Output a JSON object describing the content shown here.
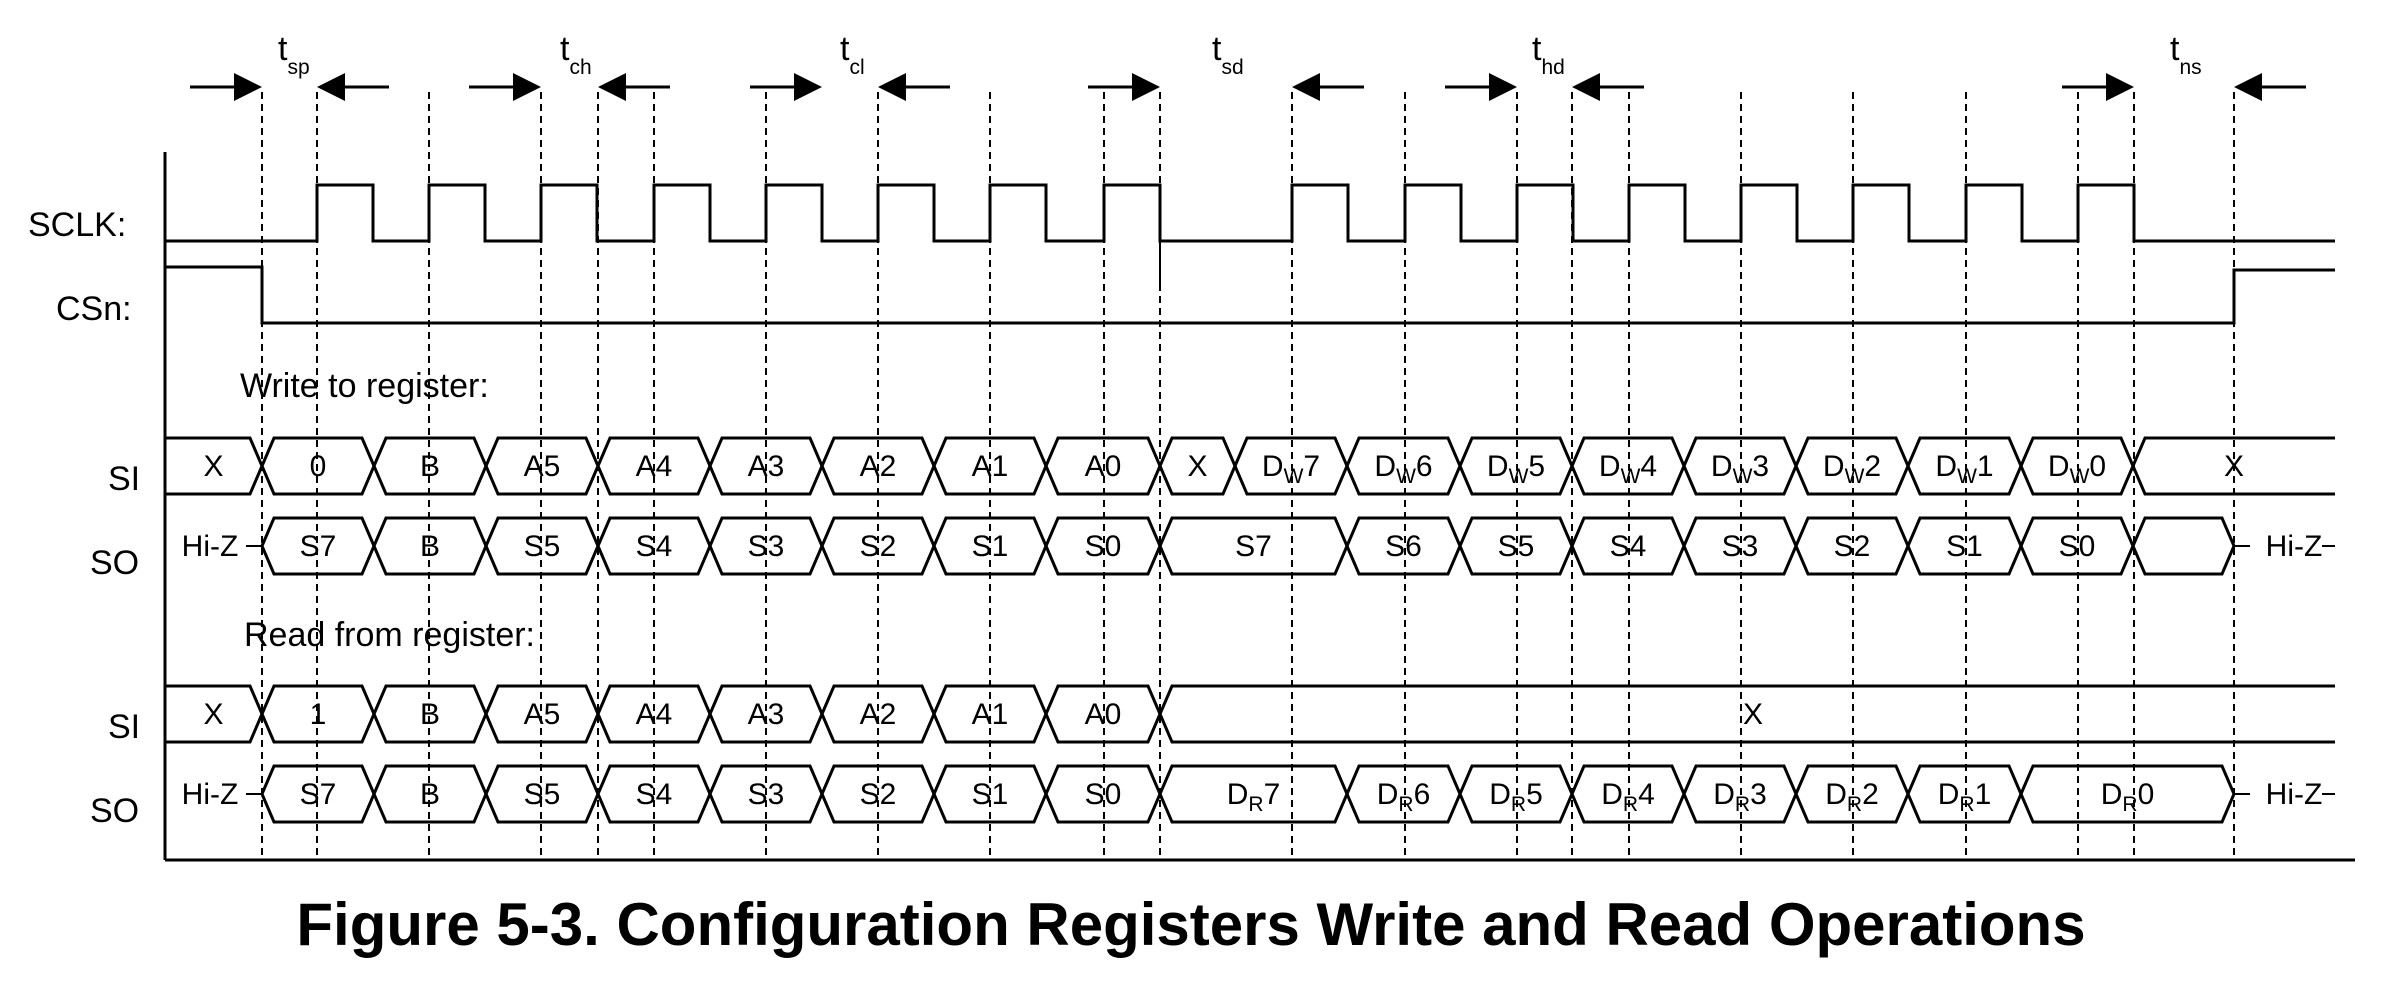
{
  "title": "Figure 5-3. Configuration Registers Write and Read Operations",
  "signals": {
    "sclk": "SCLK:",
    "csn": "CSn:",
    "si": "SI",
    "so": "SO"
  },
  "sections": {
    "write": "Write to register:",
    "read": "Read from register:"
  },
  "timing": [
    {
      "name": "t",
      "sub": "sp"
    },
    {
      "name": "t",
      "sub": "ch"
    },
    {
      "name": "t",
      "sub": "cl"
    },
    {
      "name": "t",
      "sub": "sd"
    },
    {
      "name": "t",
      "sub": "hd"
    },
    {
      "name": "t",
      "sub": "ns"
    }
  ],
  "hiz": "Hi-Z",
  "write_si": [
    "X",
    "0",
    "B",
    "A5",
    "A4",
    "A3",
    "A2",
    "A1",
    "A0",
    "X",
    {
      "m": "D",
      "s": "W",
      "t": "7"
    },
    {
      "m": "D",
      "s": "W",
      "t": "6"
    },
    {
      "m": "D",
      "s": "W",
      "t": "5"
    },
    {
      "m": "D",
      "s": "W",
      "t": "4"
    },
    {
      "m": "D",
      "s": "W",
      "t": "3"
    },
    {
      "m": "D",
      "s": "W",
      "t": "2"
    },
    {
      "m": "D",
      "s": "W",
      "t": "1"
    },
    {
      "m": "D",
      "s": "W",
      "t": "0"
    },
    "X"
  ],
  "write_so": [
    "S7",
    "B",
    "S5",
    "S4",
    "S3",
    "S2",
    "S1",
    "S0",
    "S7",
    "S6",
    "S5",
    "S4",
    "S3",
    "S2",
    "S1",
    "S0",
    ""
  ],
  "read_si": [
    "X",
    "1",
    "B",
    "A5",
    "A4",
    "A3",
    "A2",
    "A1",
    "A0",
    "X"
  ],
  "read_so": [
    "S7",
    "B",
    "S5",
    "S4",
    "S3",
    "S2",
    "S1",
    "S0",
    {
      "m": "D",
      "s": "R",
      "t": "7"
    },
    {
      "m": "D",
      "s": "R",
      "t": "6"
    },
    {
      "m": "D",
      "s": "R",
      "t": "5"
    },
    {
      "m": "D",
      "s": "R",
      "t": "4"
    },
    {
      "m": "D",
      "s": "R",
      "t": "3"
    },
    {
      "m": "D",
      "s": "R",
      "t": "2"
    },
    {
      "m": "D",
      "s": "R",
      "t": "1"
    },
    {
      "m": "D",
      "s": "R",
      "t": "0"
    }
  ]
}
